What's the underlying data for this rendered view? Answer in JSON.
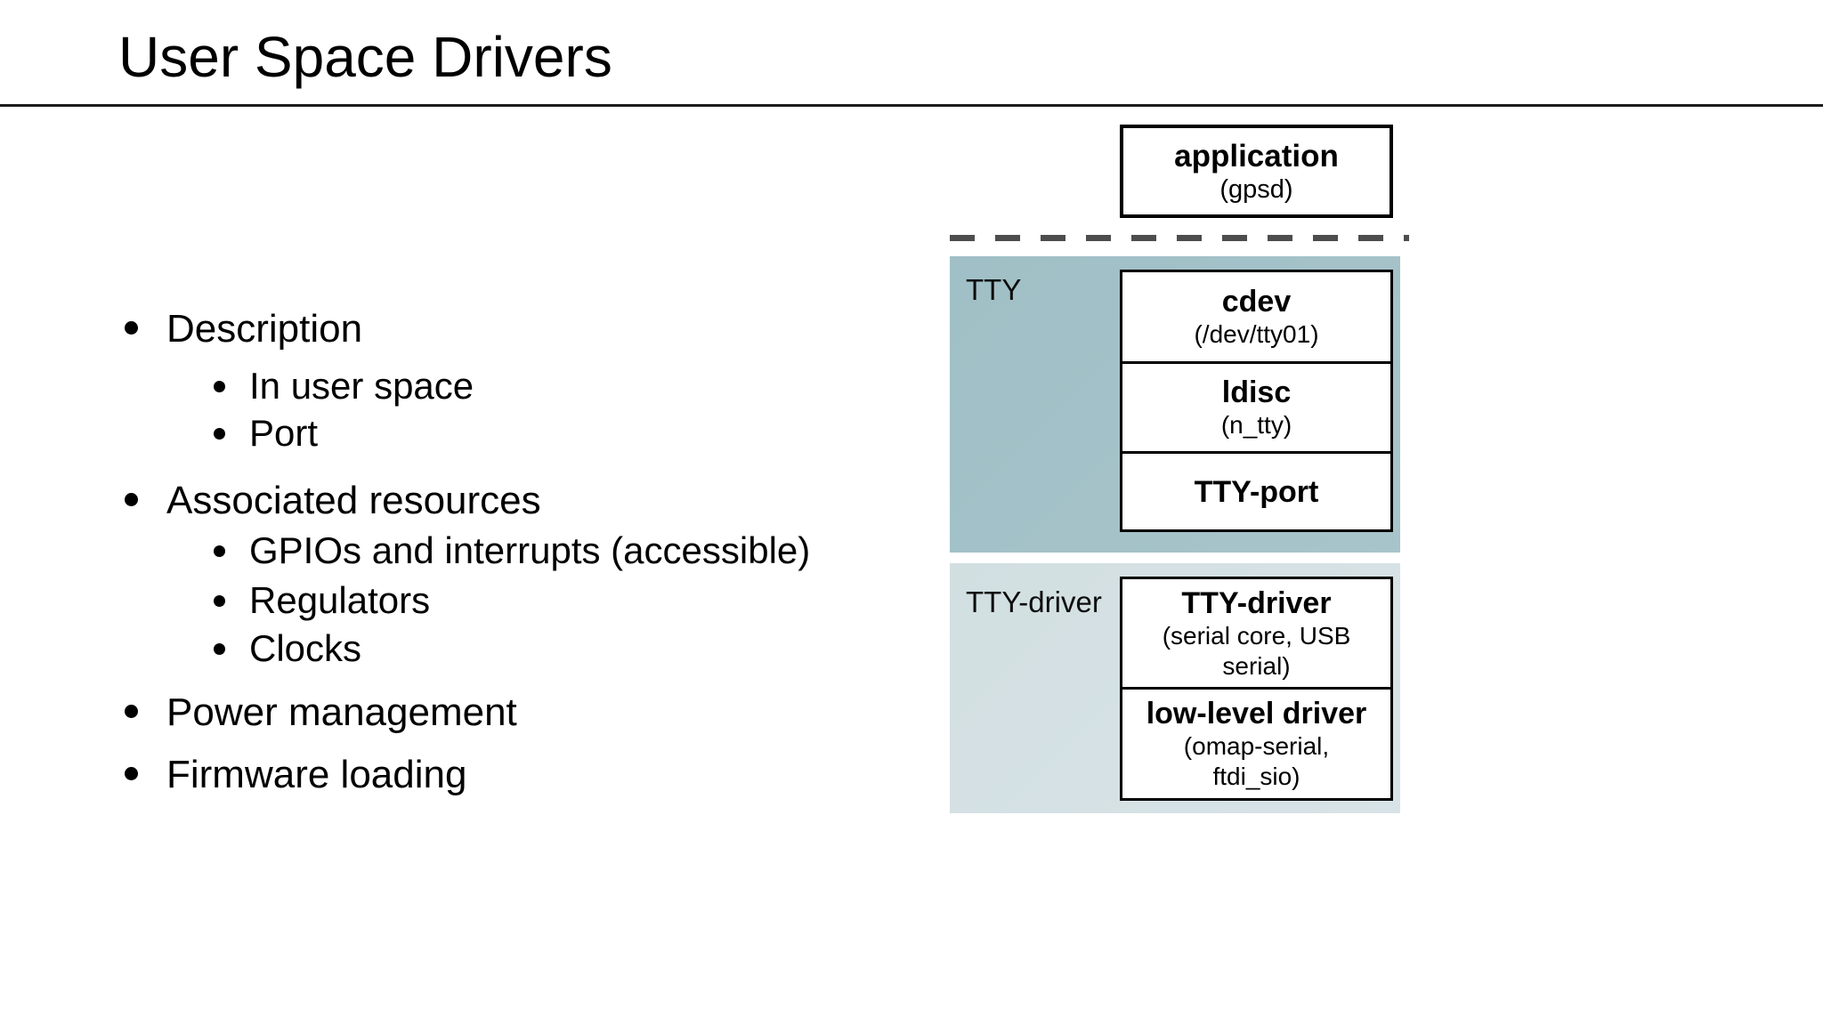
{
  "slide": {
    "title": "User Space Drivers"
  },
  "bullets": {
    "items": [
      {
        "level": 1,
        "text": "Description"
      },
      {
        "level": 2,
        "text": "In user space"
      },
      {
        "level": 2,
        "text": "Port"
      },
      {
        "level": 1,
        "text": "Associated resources"
      },
      {
        "level": 2,
        "text": "GPIOs and interrupts (accessible)"
      },
      {
        "level": 2,
        "text": "Regulators"
      },
      {
        "level": 2,
        "text": "Clocks"
      },
      {
        "level": 1,
        "text": "Power management"
      },
      {
        "level": 1,
        "text": "Firmware loading"
      }
    ]
  },
  "diagram": {
    "application_box": {
      "title": "application",
      "subtitle": "(gpsd)"
    },
    "separator": {
      "style": "dashed",
      "color": "#4d4d4d"
    },
    "tty_section": {
      "label": "TTY",
      "bg_color": "#a4c2c9",
      "boxes": [
        {
          "title": "cdev",
          "subtitle": "(/dev/tty01)"
        },
        {
          "title": "ldisc",
          "subtitle": "(n_tty)"
        },
        {
          "title": "TTY-port"
        }
      ]
    },
    "tty_driver_section": {
      "label": "TTY-driver",
      "bg_color": "#d5e1e4",
      "boxes": [
        {
          "title": "TTY-driver",
          "subtitle": "(serial core, USB serial)"
        },
        {
          "title": "low-level driver",
          "subtitle": "(omap-serial, ftdi_sio)"
        }
      ]
    }
  }
}
